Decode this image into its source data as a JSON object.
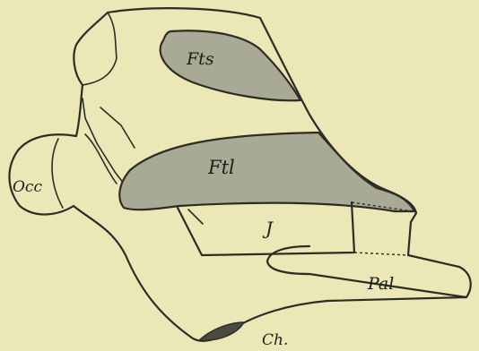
{
  "labels": {
    "fts": "Fts",
    "ftl": "Ftl",
    "occ": "Occ",
    "j": "J",
    "pal": "Pal",
    "ch": "Ch."
  },
  "colors": {
    "background": "#ece7b6",
    "ink": "#2c2c24",
    "fenestra_fill": "#a8aa95",
    "choana_fill": "#4a4a40"
  }
}
